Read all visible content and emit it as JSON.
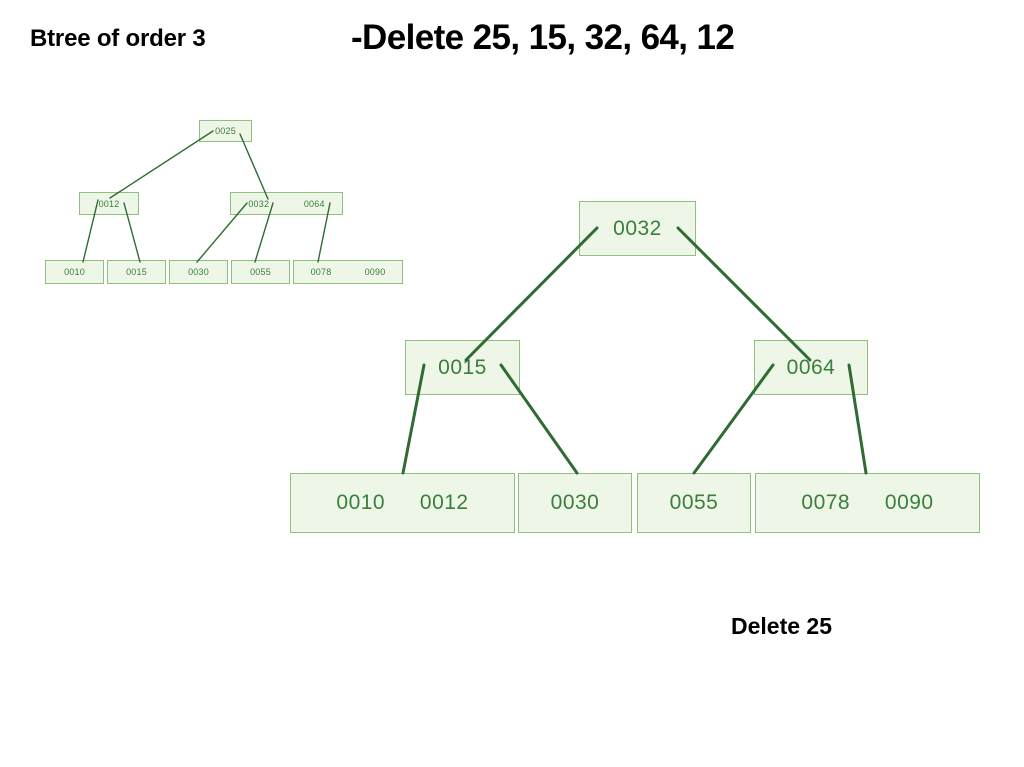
{
  "slide": {
    "title_main": "Btree of order 3",
    "title_sub": "-Delete 25, 15, 32, 64, 12",
    "caption": "Delete 25",
    "colors": {
      "node_fill": "#edf6e7",
      "node_border": "#8fc07e",
      "node_text": "#3a7f3c",
      "edge": "#2f6b33",
      "background": "#ffffff",
      "title_text": "#000000"
    }
  },
  "tree_before": {
    "label": "btree-before-deletion",
    "root": {
      "keys": [
        "0025"
      ]
    },
    "internal": [
      {
        "keys": [
          "0012"
        ]
      },
      {
        "keys": [
          "0032",
          "0064"
        ]
      }
    ],
    "leaves": [
      {
        "keys": [
          "0010"
        ]
      },
      {
        "keys": [
          "0015"
        ]
      },
      {
        "keys": [
          "0030"
        ]
      },
      {
        "keys": [
          "0055"
        ]
      },
      {
        "keys": [
          "0078",
          "0090"
        ]
      }
    ]
  },
  "tree_after": {
    "label": "btree-after-deleting-25",
    "root": {
      "keys": [
        "0032"
      ]
    },
    "internal": [
      {
        "keys": [
          "0015"
        ]
      },
      {
        "keys": [
          "0064"
        ]
      }
    ],
    "leaves": [
      {
        "keys": [
          "0010",
          "0012"
        ]
      },
      {
        "keys": [
          "0030"
        ]
      },
      {
        "keys": [
          "0055"
        ]
      },
      {
        "keys": [
          "0078",
          "0090"
        ]
      }
    ]
  }
}
